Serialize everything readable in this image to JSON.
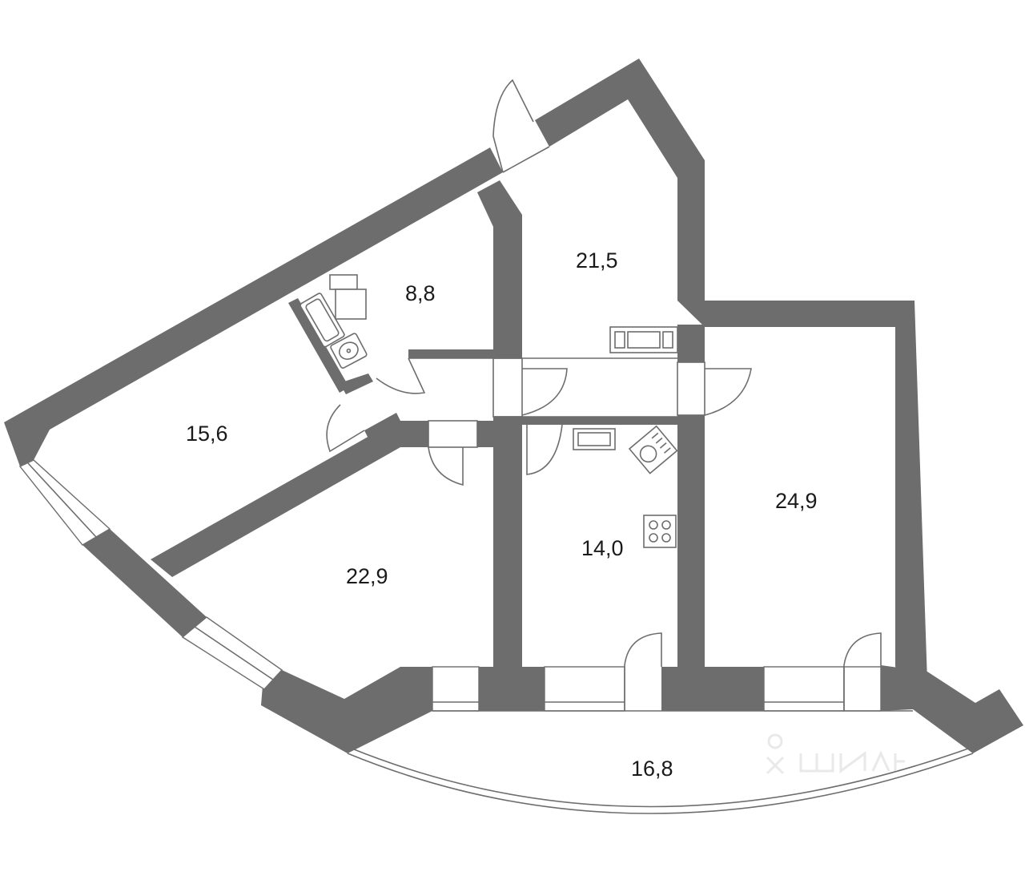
{
  "rooms": [
    {
      "id": "living-room-left",
      "area": "15,6"
    },
    {
      "id": "bathroom",
      "area": "8,8"
    },
    {
      "id": "hallway",
      "area": "21,5"
    },
    {
      "id": "bedroom-left",
      "area": "22,9"
    },
    {
      "id": "kitchen",
      "area": "14,0"
    },
    {
      "id": "bedroom-right",
      "area": "24,9"
    },
    {
      "id": "balcony",
      "area": "16,8"
    }
  ],
  "colors": {
    "wall": "#6d6d6d",
    "line": "#6d6d6d",
    "background": "#ffffff"
  },
  "icons": [
    "bathtub-icon",
    "toilet-icon",
    "sink-icon",
    "kitchen-sink-icon",
    "stove-icon",
    "shelf-icon",
    "watermark-icon"
  ]
}
